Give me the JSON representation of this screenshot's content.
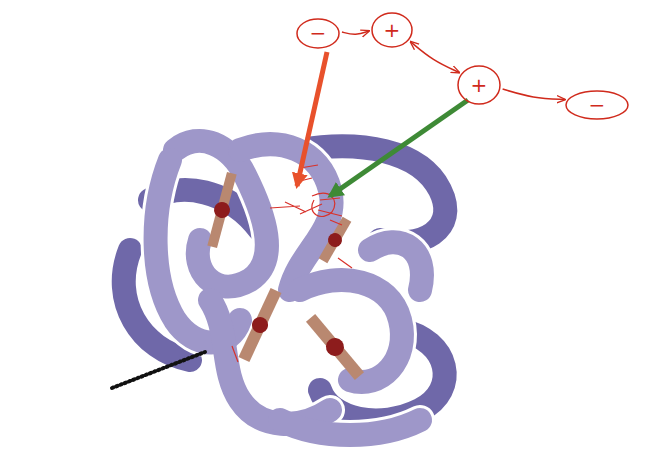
{
  "diagram": {
    "nodes": [
      {
        "text": [
          "−"
        ]
      },
      {
        "text": [
          "+"
        ]
      },
      {
        "text": [
          "+"
        ]
      },
      {
        "text": [
          "−"
        ]
      }
    ],
    "edges": [
      {
        "from": 0,
        "to": 1,
        "arrow": "to"
      },
      {
        "from": 1,
        "to": 2,
        "arrow": "both"
      },
      {
        "from": 2,
        "to": 3,
        "arrow": "to"
      }
    ]
  }
}
